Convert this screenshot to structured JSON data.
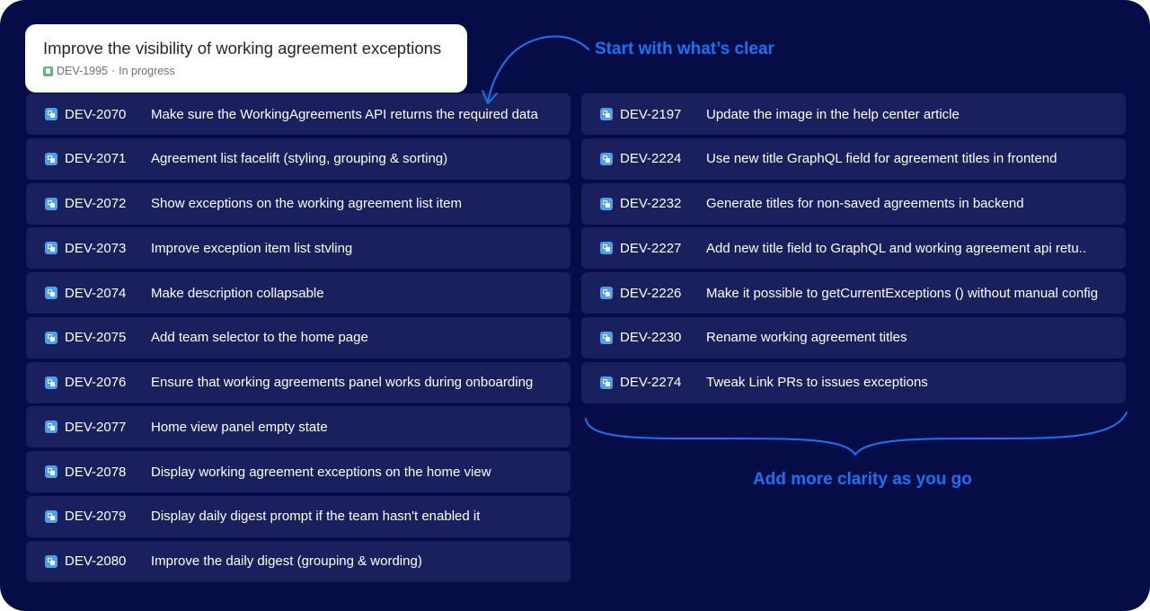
{
  "epic": {
    "title": "Improve the visibility of working agreement exceptions",
    "key": "DEV-1995",
    "separator": "·",
    "status": "In progress"
  },
  "annotations": {
    "top": "Start with what’s clear",
    "bottom": "Add more clarity as you go",
    "color": "#1a73f5"
  },
  "colors": {
    "background": "#060c46",
    "row": "#1a1f5e",
    "issue_icon": "#4f9ff0",
    "epic_icon": "#5fb87a"
  },
  "left_issues": [
    {
      "key": "DEV-2070",
      "summary": "Make sure the WorkingAgreements API returns the required data"
    },
    {
      "key": "DEV-2071",
      "summary": "Agreement list facelift (styling, grouping & sorting)"
    },
    {
      "key": "DEV-2072",
      "summary": "Show exceptions on the working agreement list item"
    },
    {
      "key": "DEV-2073",
      "summary": "Improve exception item list stvling"
    },
    {
      "key": "DEV-2074",
      "summary": "Make description collapsable"
    },
    {
      "key": "DEV-2075",
      "summary": "Add team selector to the home page"
    },
    {
      "key": "DEV-2076",
      "summary": "Ensure that working agreements panel works during onboarding"
    },
    {
      "key": "DEV-2077",
      "summary": "Home view panel empty state"
    },
    {
      "key": "DEV-2078",
      "summary": "Display working agreement exceptions on the home view"
    },
    {
      "key": "DEV-2079",
      "summary": "Display daily digest prompt if the team hasn't enabled it"
    },
    {
      "key": "DEV-2080",
      "summary": "Improve the daily digest (grouping & wording)"
    }
  ],
  "right_issues": [
    {
      "key": "DEV-2197",
      "summary": "Update the image in the help center article"
    },
    {
      "key": "DEV-2224",
      "summary": "Use new title GraphQL field for agreement titles in frontend"
    },
    {
      "key": "DEV-2232",
      "summary": "Generate titles for non-saved agreements in backend"
    },
    {
      "key": "DEV-2227",
      "summary": "Add new title field to GraphQL and working agreement api retu.."
    },
    {
      "key": "DEV-2226",
      "summary": "Make it possible to getCurrentExceptions () without manual config"
    },
    {
      "key": "DEV-2230",
      "summary": "Rename working agreement titles"
    },
    {
      "key": "DEV-2274",
      "summary": "Tweak Link PRs to issues exceptions"
    }
  ]
}
